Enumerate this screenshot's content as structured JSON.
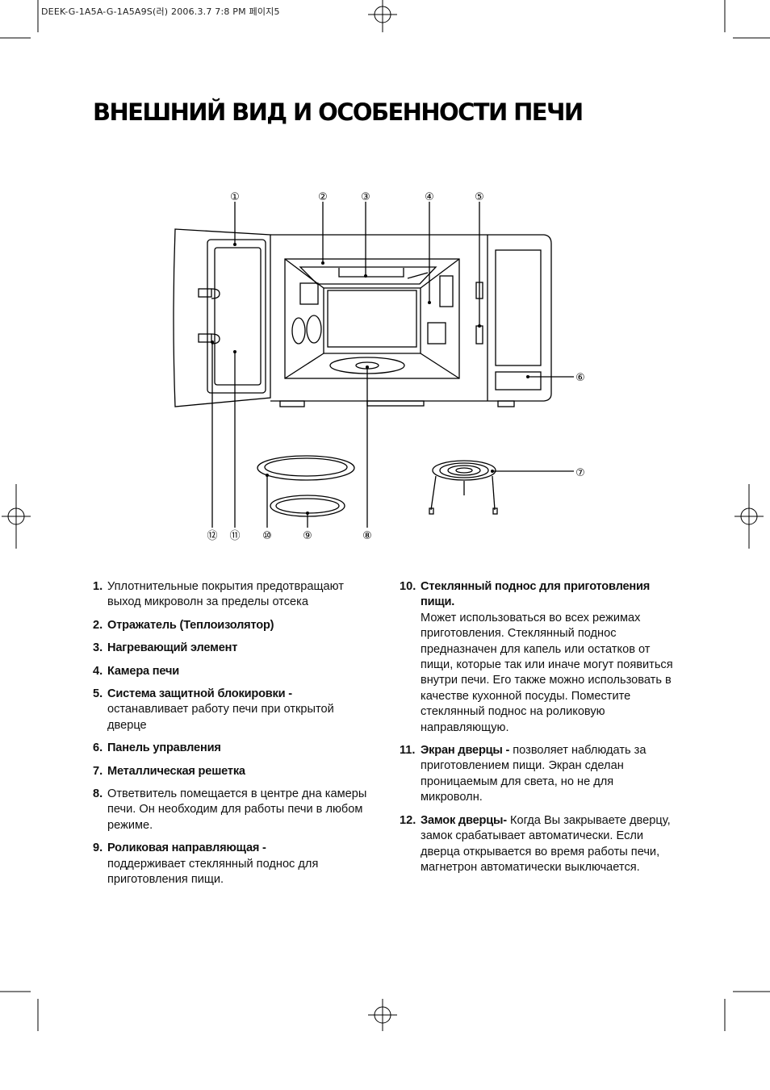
{
  "header_slug": "DEEK-G-1A5A-G-1A5A9S(러) 2006.3.7 7:8 PM 페이지5",
  "title": "ВНЕШНИЙ ВИД И ОСОБЕННОСТИ ПЕЧИ",
  "callouts": [
    "①",
    "②",
    "③",
    "④",
    "⑤",
    "⑥",
    "⑦",
    "⑧",
    "⑨",
    "⑩",
    "⑪",
    "⑫"
  ],
  "items_left": [
    {
      "num": "1.",
      "head": "",
      "desc": "Уплотнительные покрытия предотвращают выход микроволн за пределы отсека"
    },
    {
      "num": "2.",
      "head": "Отражатель (Теплоизолятор)",
      "desc": ""
    },
    {
      "num": "3.",
      "head": "Нагревающий элемент",
      "desc": ""
    },
    {
      "num": "4.",
      "head": "Камера печи",
      "desc": ""
    },
    {
      "num": "5.",
      "head": "Система защитной блокировки -",
      "desc": "останавливает работу печи при открытой дверце"
    },
    {
      "num": "6.",
      "head": "Панель управления",
      "desc": ""
    },
    {
      "num": "7.",
      "head": "Металлическая решетка",
      "desc": ""
    },
    {
      "num": "8.",
      "head": "",
      "desc": "Ответвитель помещается в центре дна камеры печи. Он необходим для работы печи в любом режиме."
    },
    {
      "num": "9.",
      "head": "Роликовая направляющая -",
      "desc": "поддерживает стеклянный поднос для приготовления пищи."
    }
  ],
  "items_right": [
    {
      "num": "10.",
      "head": "Стеклянный поднос для приготовления пищи.",
      "desc": "Может использоваться во всех режимах приготовления. Стеклянный поднос предназначен для капель или остатков от пищи, которые так или иначе могут появиться внутри печи. Его также можно использовать в качестве кухонной посуды.  Поместите стеклянный поднос на роликовую направляющую."
    },
    {
      "num": "11.",
      "head": "Экран дверцы -",
      "desc": "позволяет наблюдать за приготовлением пищи. Экран сделан проницаемым для света, но не для микроволн."
    },
    {
      "num": "12.",
      "head": "Замок дверцы-",
      "desc": "Когда Вы закрываете дверцу, замок срабатывает автоматически. Если дверца открывается во время работы печи, магнетрон автоматически выключается."
    }
  ]
}
